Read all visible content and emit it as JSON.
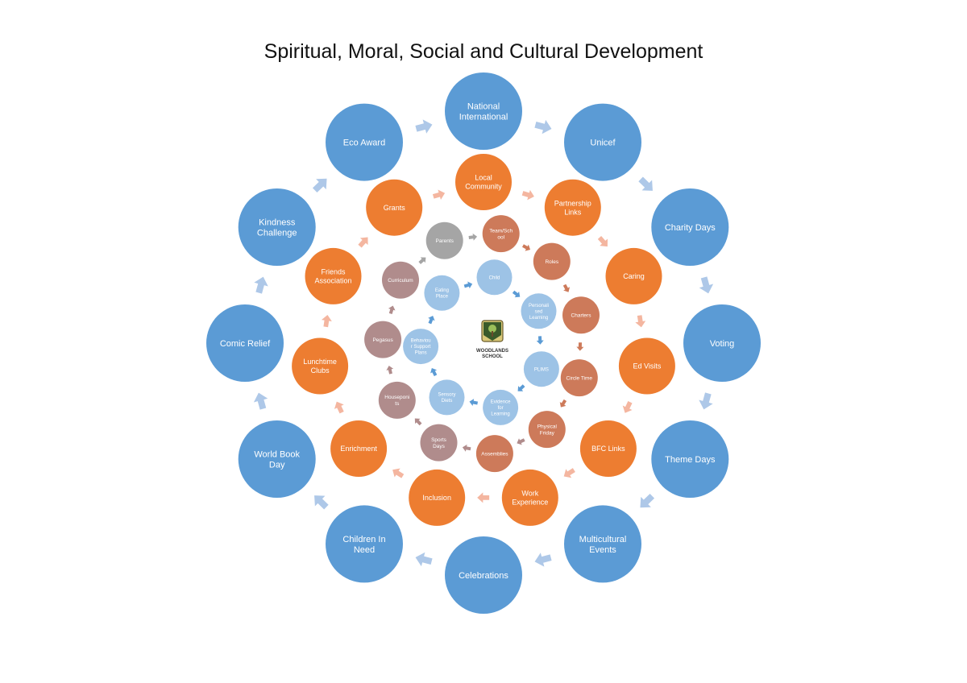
{
  "title": "Spiritual, Moral, Social and Cultural Development",
  "colors": {
    "outer": "#5b9bd5",
    "outer_arrow": "#aec8e8",
    "middle": "#ed7d31",
    "middle_arrow": "#f4b6a0",
    "inner_gray": "#a5a5a5",
    "inner_mauve": "#b08c8c",
    "inner_rust": "#cd7a5a",
    "inner_blue": "#5b9bd5",
    "core": "#9dc3e6"
  },
  "rings": {
    "outer": [
      "National\nInternational",
      "Unicef",
      "Charity Days",
      "Voting",
      "Theme Days",
      "Multicultural\nEvents",
      "Celebrations",
      "Children In\nNeed",
      "World Book\nDay",
      "Comic Relief",
      "Kindness\nChallenge",
      "Eco Award"
    ],
    "middle": [
      "Local\nCommunity",
      "Partnership\nLinks",
      "Caring",
      "Ed Visits",
      "BFC Links",
      "Work\nExperience",
      "Inclusion",
      "Enrichment",
      "Lunchtime\nClubs",
      "Friends\nAssociation",
      "Grants"
    ],
    "inner": [
      "Team/Sch\nool",
      "Roles",
      "Charters",
      "Circle Time",
      "Physical\nFriday",
      "Assemblies",
      "Sports\nDays",
      "Houseponi\nts",
      "Pegasus",
      "Curriculum",
      "Parents"
    ],
    "core": [
      "Child",
      "Personali\nsed\nLearning",
      "PLIMS",
      "Evidence\nfor\nLearning",
      "Sensory\nDiets",
      "Behaviou\nr Support\nPlans",
      "Eating\nPlace"
    ]
  },
  "logo": {
    "name": "WOODLANDS\nSCHOOL",
    "icon": "school-crest-icon"
  }
}
